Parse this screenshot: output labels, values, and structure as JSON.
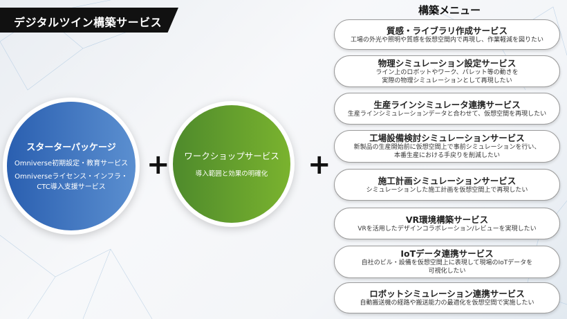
{
  "banner": {
    "title": "デジタルツイン構築サービス"
  },
  "starter": {
    "title": "スターターパッケージ",
    "lines": [
      "Omniverse初期設定・教育サービス",
      "Omniverseライセンス・インフラ・",
      "CTC導入支援サービス"
    ],
    "color": "#3a6fbd"
  },
  "workshop": {
    "title": "ワークショップサービス",
    "desc": "導入範囲と効果の明確化",
    "color": "#5f9b2c"
  },
  "plus_symbol": "+",
  "menu": {
    "title": "構築メニュー",
    "items": [
      {
        "title": "質感・ライブラリ作成サービス",
        "desc": [
          "工場の外光や照明や質感を仮想空間内で再現し、作業軽減を図りたい"
        ]
      },
      {
        "title": "物理シミュレーション設定サービス",
        "desc": [
          "ライン上のロボットやワーク、パレット等の動きを",
          "実際の物理シミュレーションとして再現したい"
        ]
      },
      {
        "title": "生産ラインシミュレータ連携サービス",
        "desc": [
          "生産ラインシミュレーションデータと合わせて、仮想空間を再現したい"
        ]
      },
      {
        "title": "工場設備検討シミュレーションサービス",
        "desc": [
          "新製品の生産開始前に仮想空間上で事前シミュレーションを行い、",
          "本番生産における手戻りを削減したい"
        ]
      },
      {
        "title": "施工計画シミュレーションサービス",
        "desc": [
          "シミュレーションした施工計画を仮想空間上で再現したい"
        ]
      },
      {
        "title": "VR環境構築サービス",
        "desc": [
          "VRを活用したデザインコラボレーション/レビューを実現したい"
        ]
      },
      {
        "title": "IoTデータ連携サービス",
        "desc": [
          "自社のビル・設備を仮想空間上に表現して現場のIoTデータを",
          "可視化したい"
        ]
      },
      {
        "title": "ロボットシミュレーション連携サービス",
        "desc": [
          "自動搬送機の経路や搬送能力の最適化を仮想空間で実施したい"
        ]
      }
    ]
  }
}
